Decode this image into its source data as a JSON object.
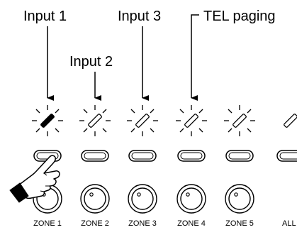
{
  "callouts": {
    "input_1": "Input 1",
    "input_2": "Input 2",
    "input_3": "Input 3",
    "tel_paging": "TEL paging"
  },
  "zones": [
    {
      "label": "ZONE 1",
      "led": "lit-solid",
      "pressed": true
    },
    {
      "label": "ZONE 2",
      "led": "blinking",
      "pressed": false
    },
    {
      "label": "ZONE 3",
      "led": "blinking",
      "pressed": false
    },
    {
      "label": "ZONE 4",
      "led": "blinking",
      "pressed": false
    },
    {
      "label": "ZONE 5",
      "led": "blinking",
      "pressed": false
    },
    {
      "label": "ALL",
      "led": "off",
      "pressed": false
    }
  ],
  "icons": {
    "hand": "pointing-hand-icon",
    "led": "led-indicator-icon",
    "knob": "rotary-knob-icon",
    "arrow": "arrow-down-icon"
  },
  "colors": {
    "ink": "#000000",
    "paper": "#ffffff"
  }
}
